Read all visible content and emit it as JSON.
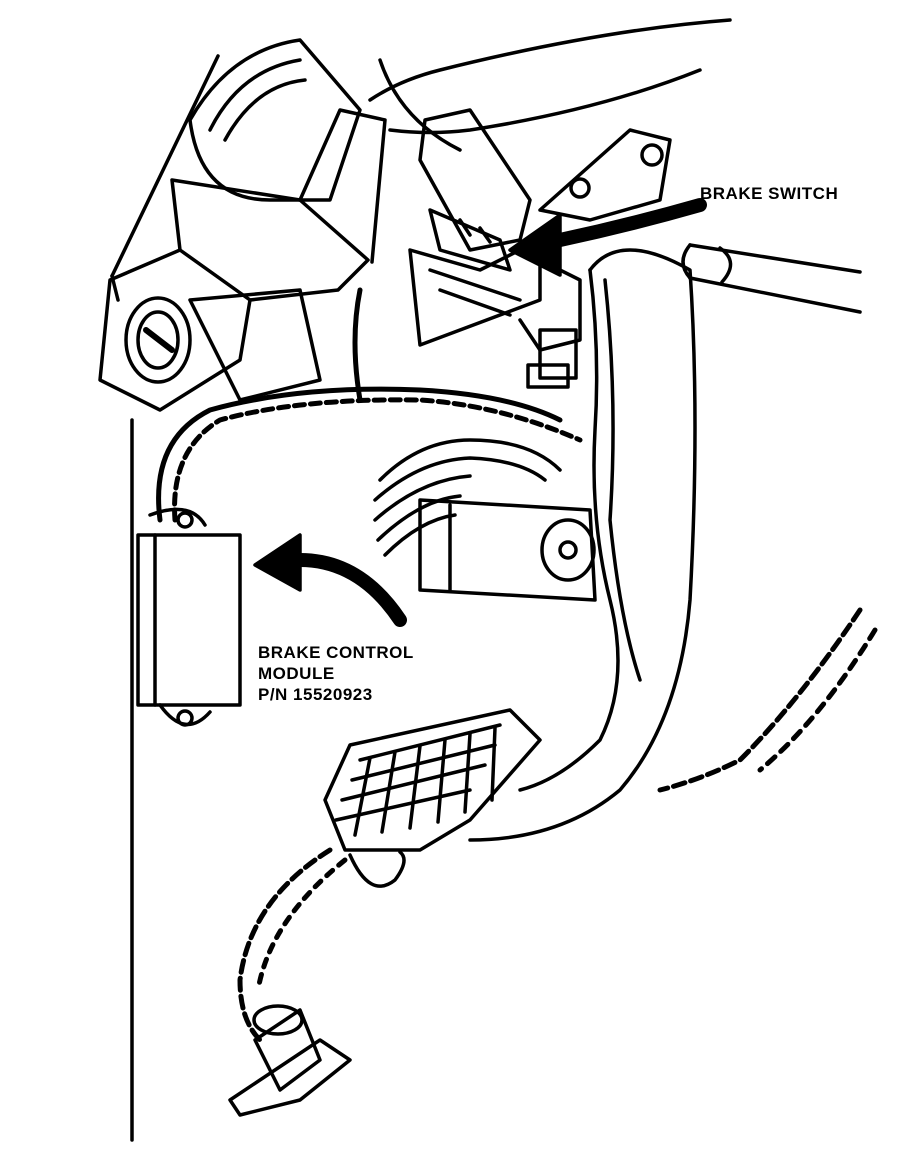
{
  "labels": {
    "brake_switch": "BRAKE SWITCH",
    "module_line1": "BRAKE CONTROL",
    "module_line2": "MODULE",
    "module_part_number": "P/N 15520923"
  },
  "colors": {
    "ink": "#000000",
    "paper": "#ffffff"
  }
}
